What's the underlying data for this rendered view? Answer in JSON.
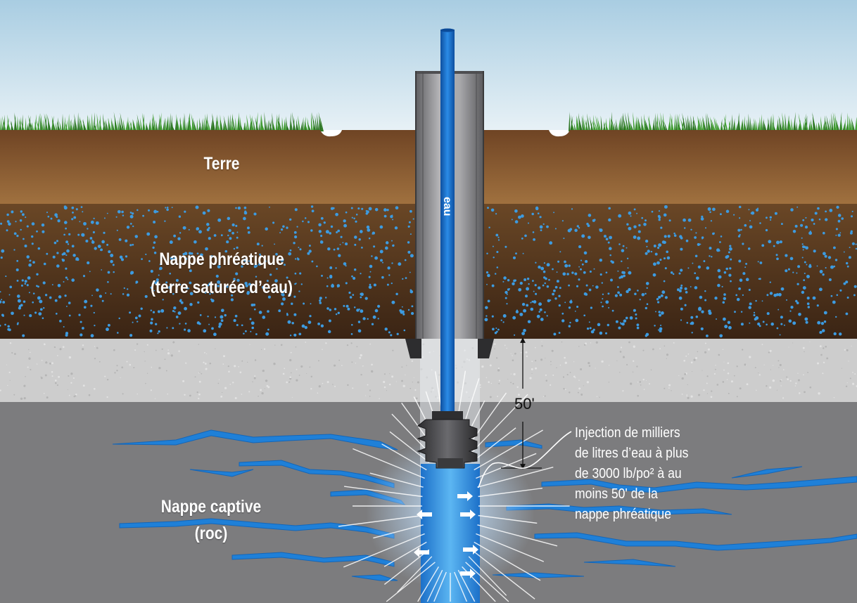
{
  "layers": {
    "soil": "Terre",
    "water_table_line1": "Nappe phréatique",
    "water_table_line2": "(terre saturée d’eau)",
    "confined_line1": "Nappe captive",
    "confined_line2": "(roc)"
  },
  "pipe_label": "eau",
  "depth_label": "50'",
  "callout": {
    "lines": [
      "Injection de milliers",
      "de litres d’eau à plus",
      "de 3000 lb/po² à au",
      "moins 50' de la",
      "nappe phréatique"
    ]
  },
  "colors": {
    "sky": "#cfe3ee",
    "grass": "#3c8a2e",
    "soil": "#8b5a30",
    "water_table": "#4a2f1c",
    "water_dots": "#3d9be0",
    "limestone": "#cfcfcf",
    "rock": "#7e7e80",
    "fracture_water": "#1f7fd6",
    "casing": "#8f8f92",
    "water_pipe": "#1b6fce"
  }
}
